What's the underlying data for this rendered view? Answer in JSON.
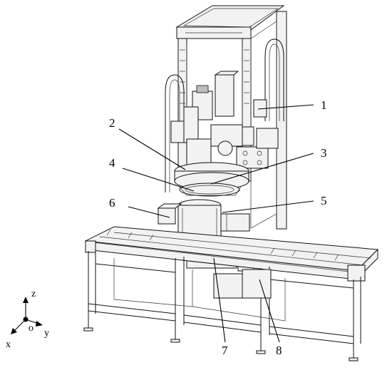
{
  "labels": [
    "1",
    "2",
    "3",
    "4",
    "5",
    "6",
    "7",
    "8"
  ],
  "axes": {
    "x": "x",
    "y": "y",
    "z": "z",
    "origin": "o"
  }
}
